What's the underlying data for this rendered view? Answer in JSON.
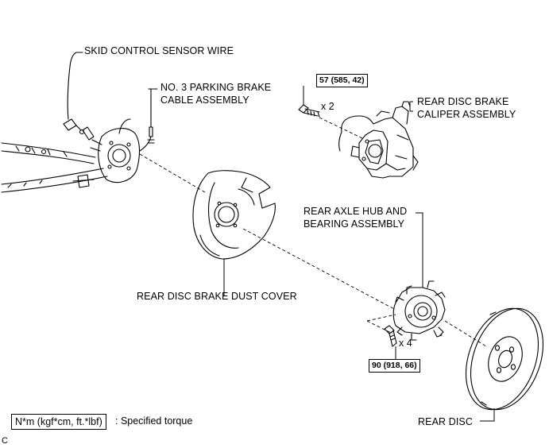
{
  "labels": {
    "skid_sensor_wire": "SKID CONTROL SENSOR WIRE",
    "parking_cable_line1": "NO. 3 PARKING BRAKE",
    "parking_cable_line2": "CABLE ASSEMBLY",
    "caliper_line1": "REAR DISC BRAKE",
    "caliper_line2": "CALIPER ASSEMBLY",
    "hub_line1": "REAR AXLE HUB AND",
    "hub_line2": "BEARING ASSEMBLY",
    "dust_cover": "REAR DISC BRAKE DUST COVER",
    "rear_disc": "REAR DISC"
  },
  "torque": {
    "caliper_bolt": "57 (585, 42)",
    "hub_bolt": "90 (918, 66)"
  },
  "quantities": {
    "caliper_bolts": "x 2",
    "hub_bolts": "x 4"
  },
  "legend": {
    "box_text": "N*m (kgf*cm, ft.*lbf)",
    "description": ": Specified torque"
  },
  "figure_code": "C"
}
